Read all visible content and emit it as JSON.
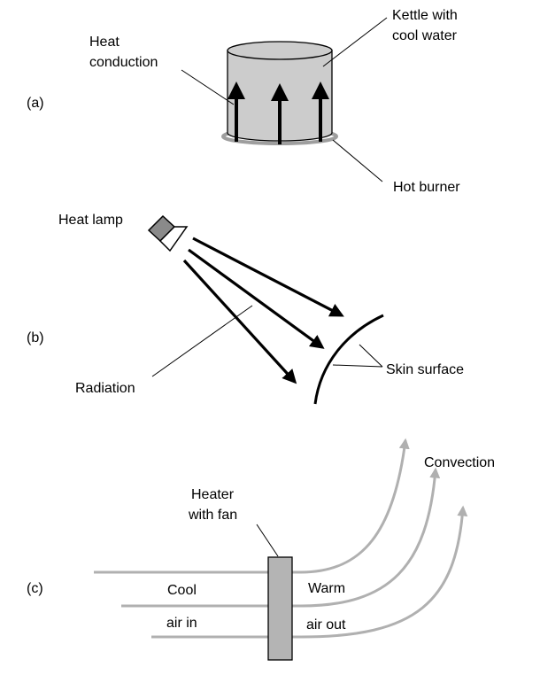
{
  "panels": {
    "a": {
      "marker": "(a)",
      "label_heat_conduction_line1": "Heat",
      "label_heat_conduction_line2": "conduction",
      "label_kettle_line1": "Kettle with",
      "label_kettle_line2": "cool water",
      "label_burner": "Hot burner"
    },
    "b": {
      "marker": "(b)",
      "label_lamp": "Heat lamp",
      "label_radiation": "Radiation",
      "label_skin": "Skin surface"
    },
    "c": {
      "marker": "(c)",
      "label_heater_line1": "Heater",
      "label_heater_line2": "with fan",
      "label_convection": "Convection",
      "label_cool": "Cool",
      "label_air_in": "air in",
      "label_warm": "Warm",
      "label_air_out": "air out"
    }
  },
  "colors": {
    "ink": "#000000",
    "kettle_fill": "#cccccc",
    "burner_ring": "#9e9e9e",
    "air_flow": "#b0b0b0",
    "heater_fill": "#b4b4b4",
    "lamp_fill": "#8a8a8a"
  }
}
